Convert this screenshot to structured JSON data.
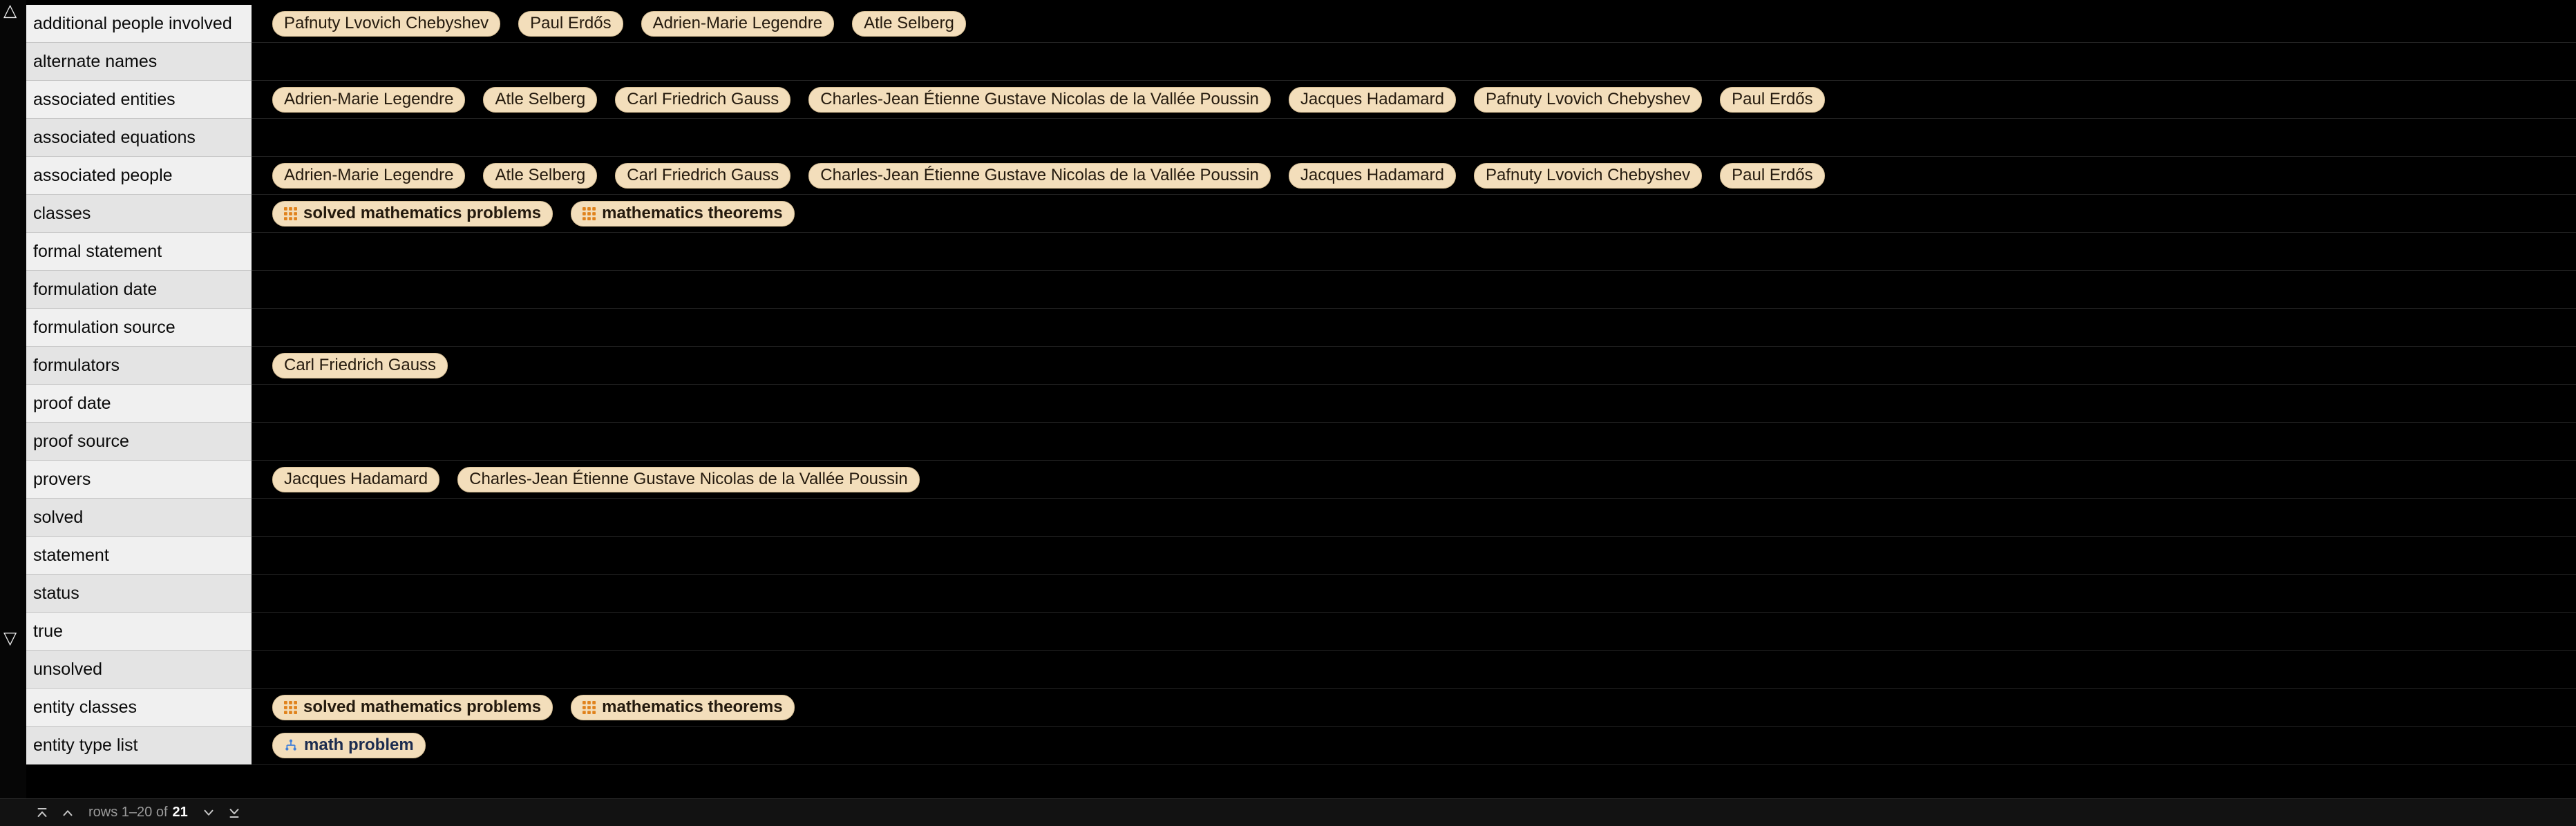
{
  "theme": {
    "chip_bg": "#f3debb",
    "chip_border": "#d8c096",
    "chip_text": "#241a0e",
    "class_icon": "#e0821c",
    "type_icon": "#3f7fd9",
    "type_text": "#1c2c4f"
  },
  "left_rail": {
    "top_marker": "△",
    "bottom_marker": "▽"
  },
  "table": {
    "rows": [
      {
        "label": "additional people involved",
        "chips": [
          {
            "kind": "plain",
            "label": "Pafnuty Lvovich Chebyshev"
          },
          {
            "kind": "plain",
            "label": "Paul Erdős"
          },
          {
            "kind": "plain",
            "label": "Adrien-Marie Legendre"
          },
          {
            "kind": "plain",
            "label": "Atle Selberg"
          }
        ]
      },
      {
        "label": "alternate names",
        "chips": []
      },
      {
        "label": "associated entities",
        "chips": [
          {
            "kind": "plain",
            "label": "Adrien-Marie Legendre"
          },
          {
            "kind": "plain",
            "label": "Atle Selberg"
          },
          {
            "kind": "plain",
            "label": "Carl Friedrich Gauss"
          },
          {
            "kind": "plain",
            "label": "Charles-Jean Étienne Gustave Nicolas de la Vallée Poussin"
          },
          {
            "kind": "plain",
            "label": "Jacques Hadamard"
          },
          {
            "kind": "plain",
            "label": "Pafnuty Lvovich Chebyshev"
          },
          {
            "kind": "plain",
            "label": "Paul Erdős"
          }
        ]
      },
      {
        "label": "associated equations",
        "chips": []
      },
      {
        "label": "associated people",
        "chips": [
          {
            "kind": "plain",
            "label": "Adrien-Marie Legendre"
          },
          {
            "kind": "plain",
            "label": "Atle Selberg"
          },
          {
            "kind": "plain",
            "label": "Carl Friedrich Gauss"
          },
          {
            "kind": "plain",
            "label": "Charles-Jean Étienne Gustave Nicolas de la Vallée Poussin"
          },
          {
            "kind": "plain",
            "label": "Jacques Hadamard"
          },
          {
            "kind": "plain",
            "label": "Pafnuty Lvovich Chebyshev"
          },
          {
            "kind": "plain",
            "label": "Paul Erdős"
          }
        ]
      },
      {
        "label": "classes",
        "chips": [
          {
            "kind": "class",
            "label": "solved mathematics problems"
          },
          {
            "kind": "class",
            "label": "mathematics theorems"
          }
        ]
      },
      {
        "label": "formal statement",
        "chips": []
      },
      {
        "label": "formulation date",
        "chips": []
      },
      {
        "label": "formulation source",
        "chips": []
      },
      {
        "label": "formulators",
        "chips": [
          {
            "kind": "plain",
            "label": "Carl Friedrich Gauss"
          }
        ]
      },
      {
        "label": "proof date",
        "chips": []
      },
      {
        "label": "proof source",
        "chips": []
      },
      {
        "label": "provers",
        "chips": [
          {
            "kind": "plain",
            "label": "Jacques Hadamard"
          },
          {
            "kind": "plain",
            "label": "Charles-Jean Étienne Gustave Nicolas de la Vallée Poussin"
          }
        ]
      },
      {
        "label": "solved",
        "chips": []
      },
      {
        "label": "statement",
        "chips": []
      },
      {
        "label": "status",
        "chips": []
      },
      {
        "label": "true",
        "chips": []
      },
      {
        "label": "unsolved",
        "chips": []
      },
      {
        "label": "entity classes",
        "chips": [
          {
            "kind": "class",
            "label": "solved mathematics problems"
          },
          {
            "kind": "class",
            "label": "mathematics theorems"
          }
        ]
      },
      {
        "label": "entity type list",
        "chips": [
          {
            "kind": "type",
            "label": "math problem"
          }
        ]
      }
    ]
  },
  "pager": {
    "rows_label": "rows 1–20 of",
    "total": "21"
  }
}
